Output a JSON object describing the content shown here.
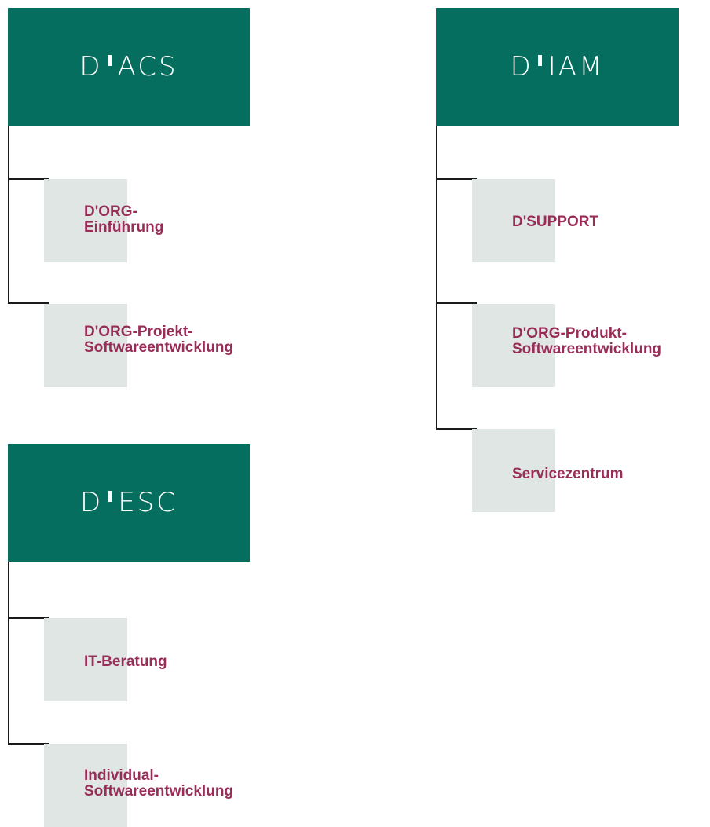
{
  "colors": {
    "header_bg": "#066e5e",
    "box_bg": "#dfe6e3",
    "label_text": "#982e58",
    "connector": "#1a1a1a"
  },
  "groups": [
    {
      "title_prefix": "D",
      "title_suffix": "ACS",
      "children": [
        {
          "line1": "D'ORG-",
          "line2": "Einführung"
        },
        {
          "line1": "D'ORG-Projekt-",
          "line2": "Softwareentwicklung"
        }
      ]
    },
    {
      "title_prefix": "D",
      "title_suffix": "IAM",
      "children": [
        {
          "line1": "D'SUPPORT",
          "line2": ""
        },
        {
          "line1": "D'ORG-Produkt-",
          "line2": "Softwareentwicklung"
        },
        {
          "line1": "Servicezentrum",
          "line2": ""
        }
      ]
    },
    {
      "title_prefix": "D",
      "title_suffix": "ESC",
      "children": [
        {
          "line1": "IT-Beratung",
          "line2": ""
        },
        {
          "line1": "Individual-",
          "line2": "Softwareentwicklung"
        }
      ]
    }
  ]
}
